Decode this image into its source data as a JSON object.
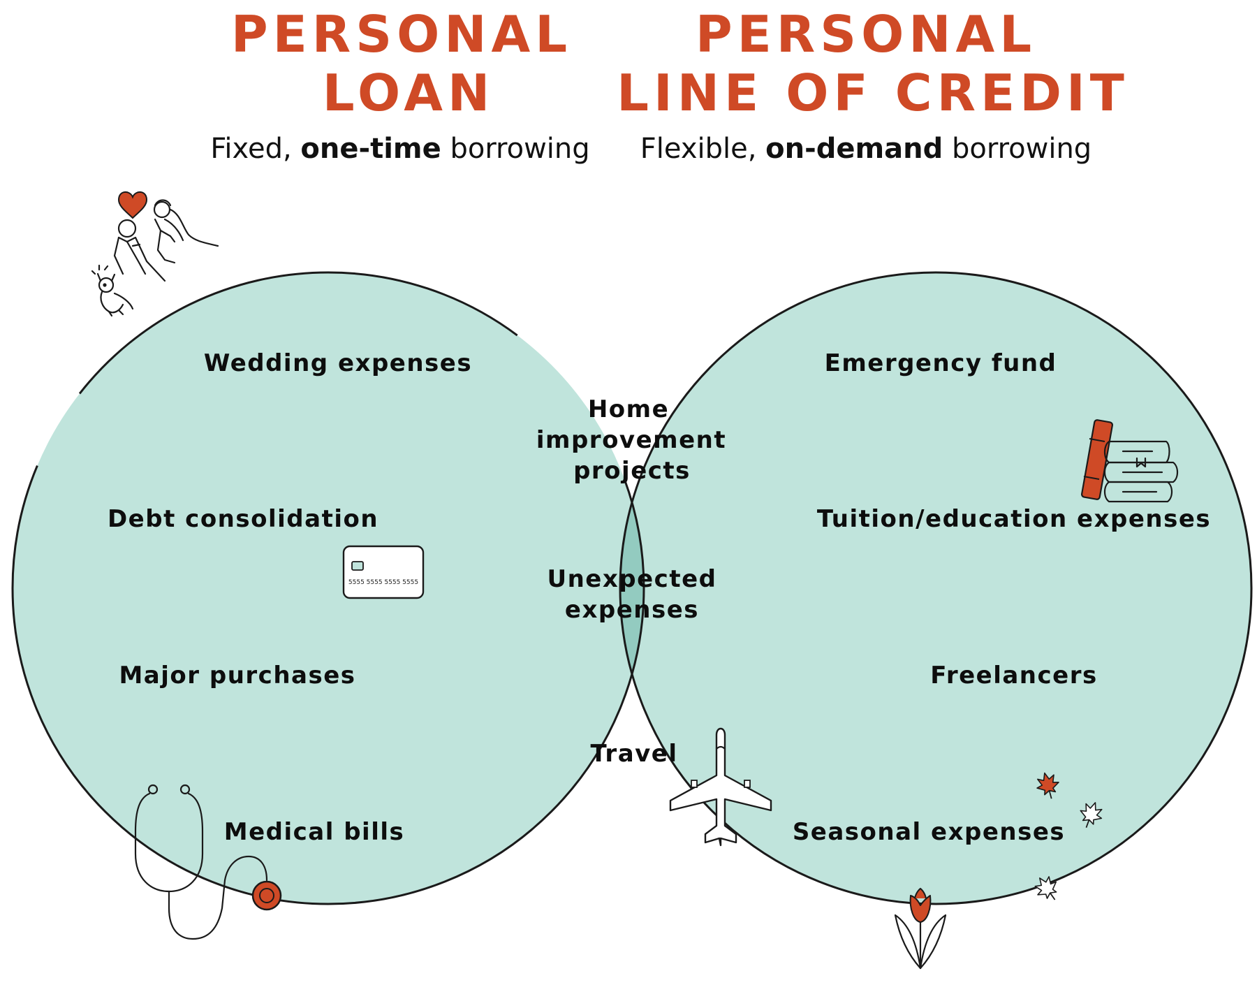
{
  "left": {
    "title_line1": "PERSONAL",
    "title_line2": "LOAN",
    "subtitle_pre": "Fixed, ",
    "subtitle_bold": "one-time",
    "subtitle_post": " borrowing",
    "items": [
      "Wedding expenses",
      "Debt consolidation",
      "Major purchases",
      "Medical bills"
    ]
  },
  "right": {
    "title_line1": "PERSONAL",
    "title_line2": "LINE OF CREDIT",
    "subtitle_pre": "Flexible, ",
    "subtitle_bold": "on-demand",
    "subtitle_post": " borrowing",
    "items": [
      "Emergency fund",
      "Tuition/education expenses",
      "Freelancers",
      "Seasonal expenses"
    ]
  },
  "overlap": {
    "home_line1": "Home",
    "home_line2": "improvement",
    "home_line3": "projects",
    "unexpected_line1": "Unexpected",
    "unexpected_line2": "expenses",
    "travel": "Travel"
  },
  "card_number": "5555 5555 5555 5555",
  "colors": {
    "accent": "#cf4a26",
    "circle_fill": "#c0e4dc",
    "overlap_fill": "#93cbc0",
    "outline": "#1a1a1a"
  },
  "icons": [
    "wedding-couple-icon",
    "dog-icon",
    "heart-icon",
    "credit-card-icon",
    "stethoscope-icon",
    "books-icon",
    "airplane-icon",
    "maple-leaf-icon",
    "tulip-icon"
  ]
}
